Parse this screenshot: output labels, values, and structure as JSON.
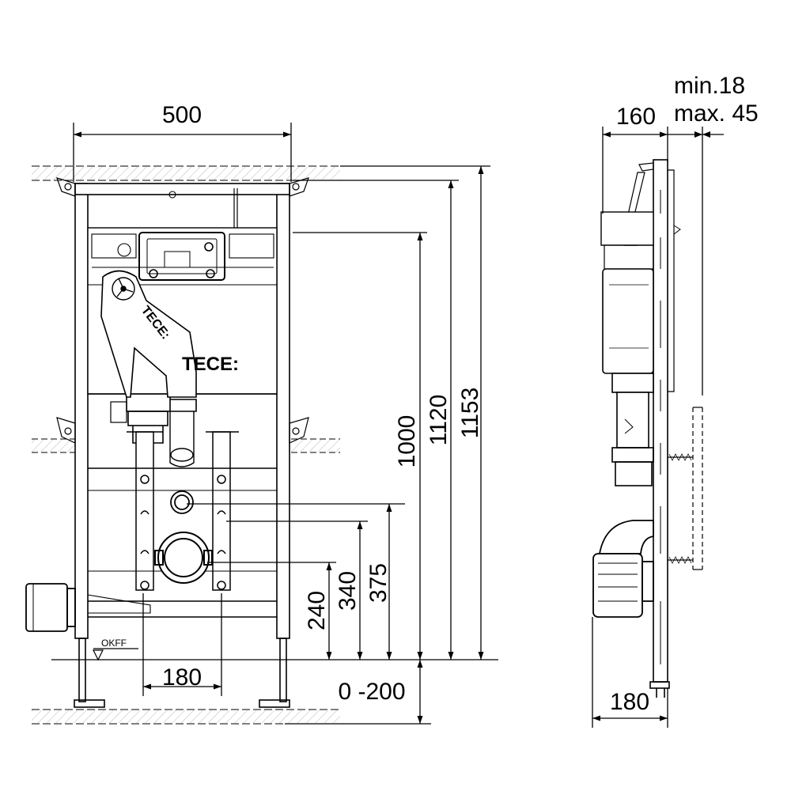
{
  "front_view": {
    "width_dim": "500",
    "heights": {
      "h1153": "1153",
      "h1120": "1120",
      "h1000": "1000",
      "h375": "375",
      "h340": "340",
      "h240": "240"
    },
    "adjust_range": "0 -200",
    "bottom_dim": "180",
    "okff_label": "OKFF",
    "brand_label": "TECE:",
    "pipe_brand_label": "TECE:"
  },
  "side_view": {
    "depth_dim": "160",
    "wall_min": "min.18",
    "wall_max": "max. 45",
    "bottom_dim": "180"
  },
  "colors": {
    "line": "#000000",
    "background": "#ffffff",
    "frame_fill": "#ffffff",
    "shade": "#e6e6e6"
  }
}
